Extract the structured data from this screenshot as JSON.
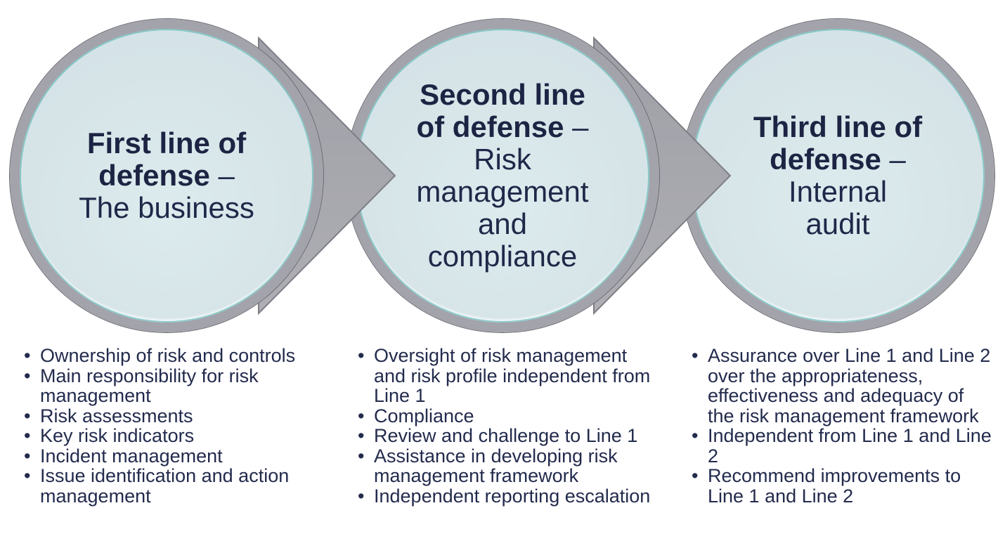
{
  "colors": {
    "background": "#ffffff",
    "circle_fill": "#d6e4e8",
    "circle_ring": "#a3a3ab",
    "circle_ring_edge": "#6a6a72",
    "circle_inner_rim_teal": "#68bcba",
    "arrow_fill_top": "#9fa0a7",
    "arrow_fill_bottom": "#aeaeb4",
    "arrow_stroke": "#7e7e86",
    "title_text": "#1d2443",
    "body_text": "#232b4d"
  },
  "circles": [
    {
      "id": "first-line",
      "title_lines": [
        {
          "bold": "First line of",
          "normal": ""
        },
        {
          "bold": "defense",
          "normal": " –"
        },
        {
          "bold": "",
          "normal": "The business"
        }
      ],
      "bullets": [
        "Ownership of risk and controls",
        "Main responsibility for risk management",
        "Risk assessments",
        "Key risk indicators",
        "Incident management",
        "Issue identification and action management"
      ]
    },
    {
      "id": "second-line",
      "title_lines": [
        {
          "bold": "Second line",
          "normal": ""
        },
        {
          "bold": "of defense",
          "normal": " –"
        },
        {
          "bold": "",
          "normal": "Risk"
        },
        {
          "bold": "",
          "normal": "management"
        },
        {
          "bold": "",
          "normal": "and"
        },
        {
          "bold": "",
          "normal": "compliance"
        }
      ],
      "bullets": [
        "Oversight of risk management and risk profile independent from Line 1",
        "Compliance",
        "Review and challenge to Line 1",
        "Assistance in developing risk management framework",
        "Independent reporting escalation"
      ]
    },
    {
      "id": "third-line",
      "title_lines": [
        {
          "bold": "Third line of",
          "normal": ""
        },
        {
          "bold": "defense",
          "normal": " –"
        },
        {
          "bold": "",
          "normal": "Internal"
        },
        {
          "bold": "",
          "normal": "audit"
        }
      ],
      "bullets": [
        "Assurance over Line 1 and Line 2 over the appropriateness, effectiveness and adequacy of the risk management framework",
        "Independent from Line 1 and Line 2",
        "Recommend improvements to Line 1 and Line 2"
      ]
    }
  ]
}
